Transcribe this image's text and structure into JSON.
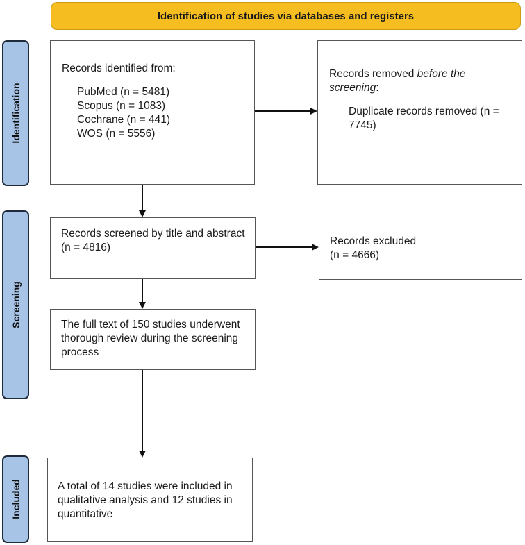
{
  "header": {
    "title": "Identification of studies via databases and registers"
  },
  "phases": {
    "identification": "Identification",
    "screening": "Screening",
    "included": "Included"
  },
  "identification": {
    "records_title": "Records identified from:",
    "sources": [
      "PubMed (n = 5481)",
      "Scopus (n = 1083)",
      "Cochrane (n = 441)",
      "WOS (n = 5556)"
    ],
    "removed_title_prefix": "Records removed ",
    "removed_title_italic": "before the screening",
    "removed_title_suffix": ":",
    "duplicates": "Duplicate records removed (n = 7745)"
  },
  "screening": {
    "screened_text": "Records screened by title and abstract",
    "screened_n": "(n = 4816)",
    "excluded_text": "Records excluded",
    "excluded_n": "(n = 4666)",
    "fulltext": "The full text of 150 studies underwent thorough review during the screening process"
  },
  "included": {
    "text": "A total of 14 studies were included in qualitative analysis and 12 studies in quantitative"
  }
}
